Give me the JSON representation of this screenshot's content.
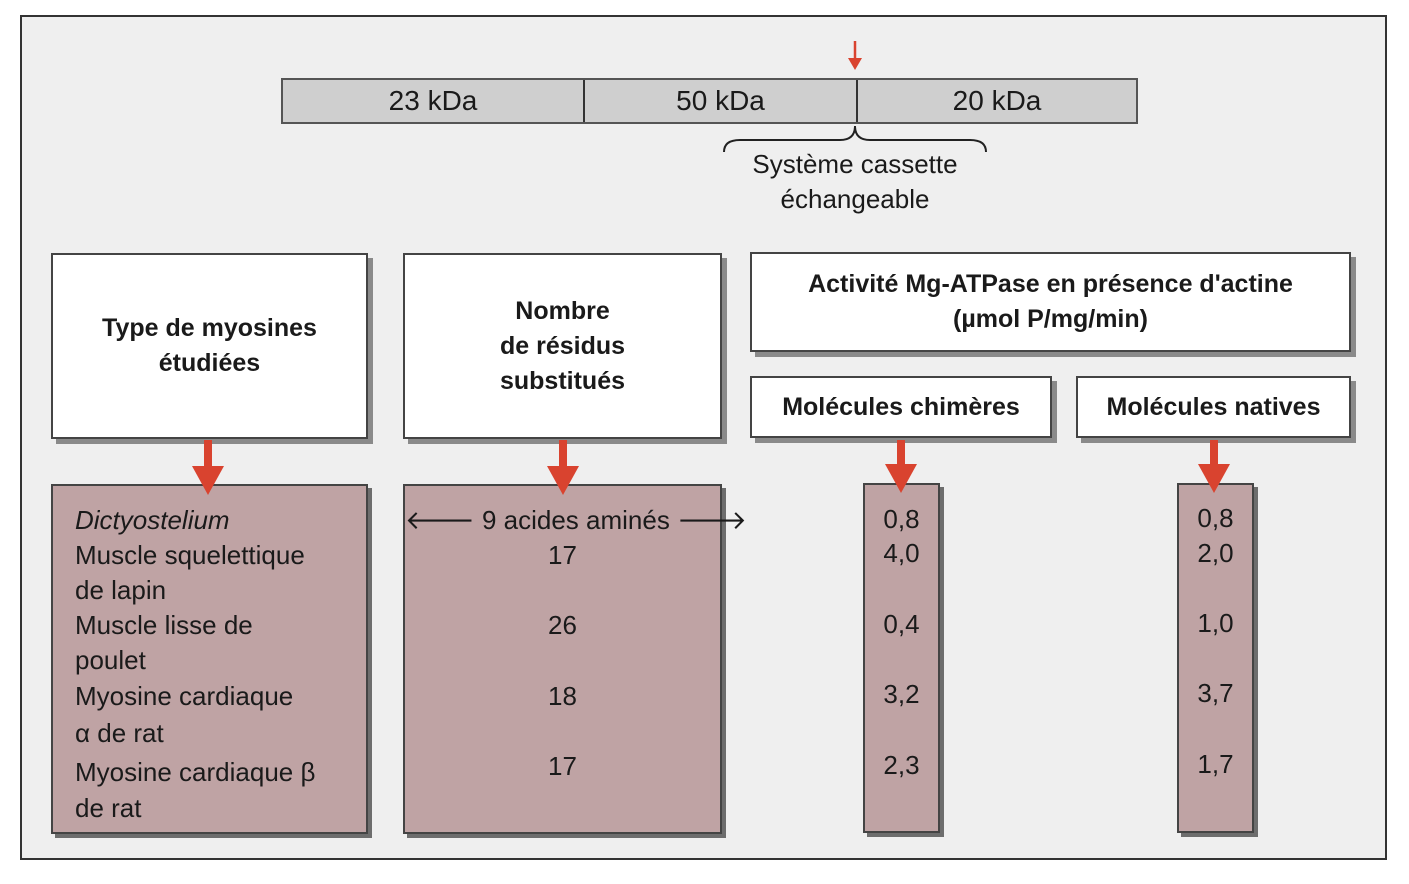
{
  "domain_bar": {
    "segments": [
      "23 kDa",
      "50 kDa",
      "20 kDa"
    ],
    "cassette_label": [
      "Système cassette",
      "échangeable"
    ]
  },
  "headers": {
    "myosin_type": [
      "Type de myosines",
      "étudiées"
    ],
    "residues": [
      "Nombre",
      "de résidus",
      "substitués"
    ],
    "activity": [
      "Activité Mg-ATPase en présence d'actine",
      "(µmol P/mg/min)"
    ],
    "chimeric": "Molécules chimères",
    "native": "Molécules natives"
  },
  "rows": [
    {
      "myosin": [
        "Dictyostelium"
      ],
      "residues": "9 acides aminés",
      "chimeric": "0,8",
      "native": "0,8"
    },
    {
      "myosin": [
        "Muscle squelettique",
        "de lapin"
      ],
      "residues": "17",
      "chimeric": "4,0",
      "native": "2,0"
    },
    {
      "myosin": [
        "Muscle lisse de",
        "poulet"
      ],
      "residues": "26",
      "chimeric": "0,4",
      "native": "1,0"
    },
    {
      "myosin": [
        "Myosine cardiaque",
        "α de rat"
      ],
      "residues": "18",
      "chimeric": "3,2",
      "native": "3,7"
    },
    {
      "myosin": [
        "Myosine cardiaque β",
        "de rat"
      ],
      "residues": "17",
      "chimeric": "2,3",
      "native": "1,7"
    }
  ],
  "colors": {
    "arrow": "#d9432f",
    "panel": "#bfa3a4",
    "bar": "#cfcfcf",
    "background": "#efefef"
  }
}
